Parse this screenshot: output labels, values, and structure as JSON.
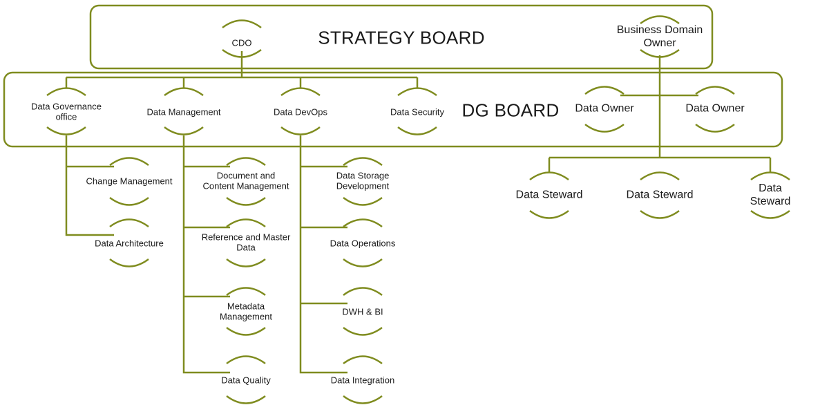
{
  "diagram": {
    "line_color": "#7f8c1f",
    "boards": {
      "strategy": "STRATEGY BOARD",
      "dg": "DG BOARD"
    },
    "nodes": {
      "cdo": "CDO",
      "business_domain_owner": "Business Domain\nOwner",
      "data_governance_office": "Data Governance\noffice",
      "data_management": "Data Management",
      "data_devops": "Data DevOps",
      "data_security": "Data Security",
      "data_owner_1": "Data Owner",
      "data_owner_2": "Data Owner",
      "data_steward_1": "Data Steward",
      "data_steward_2": "Data Steward",
      "data_steward_3": "Data Steward",
      "change_management": "Change Management",
      "data_architecture": "Data Architecture",
      "document_content_management": "Document and\nContent Management",
      "reference_master_data": "Reference and Master\nData",
      "metadata_management": "Metadata\nManagement",
      "data_quality": "Data Quality",
      "data_storage_development": "Data Storage\nDevelopment",
      "data_operations": "Data Operations",
      "dwh_bi": "DWH & BI",
      "data_integration": "Data Integration"
    }
  }
}
